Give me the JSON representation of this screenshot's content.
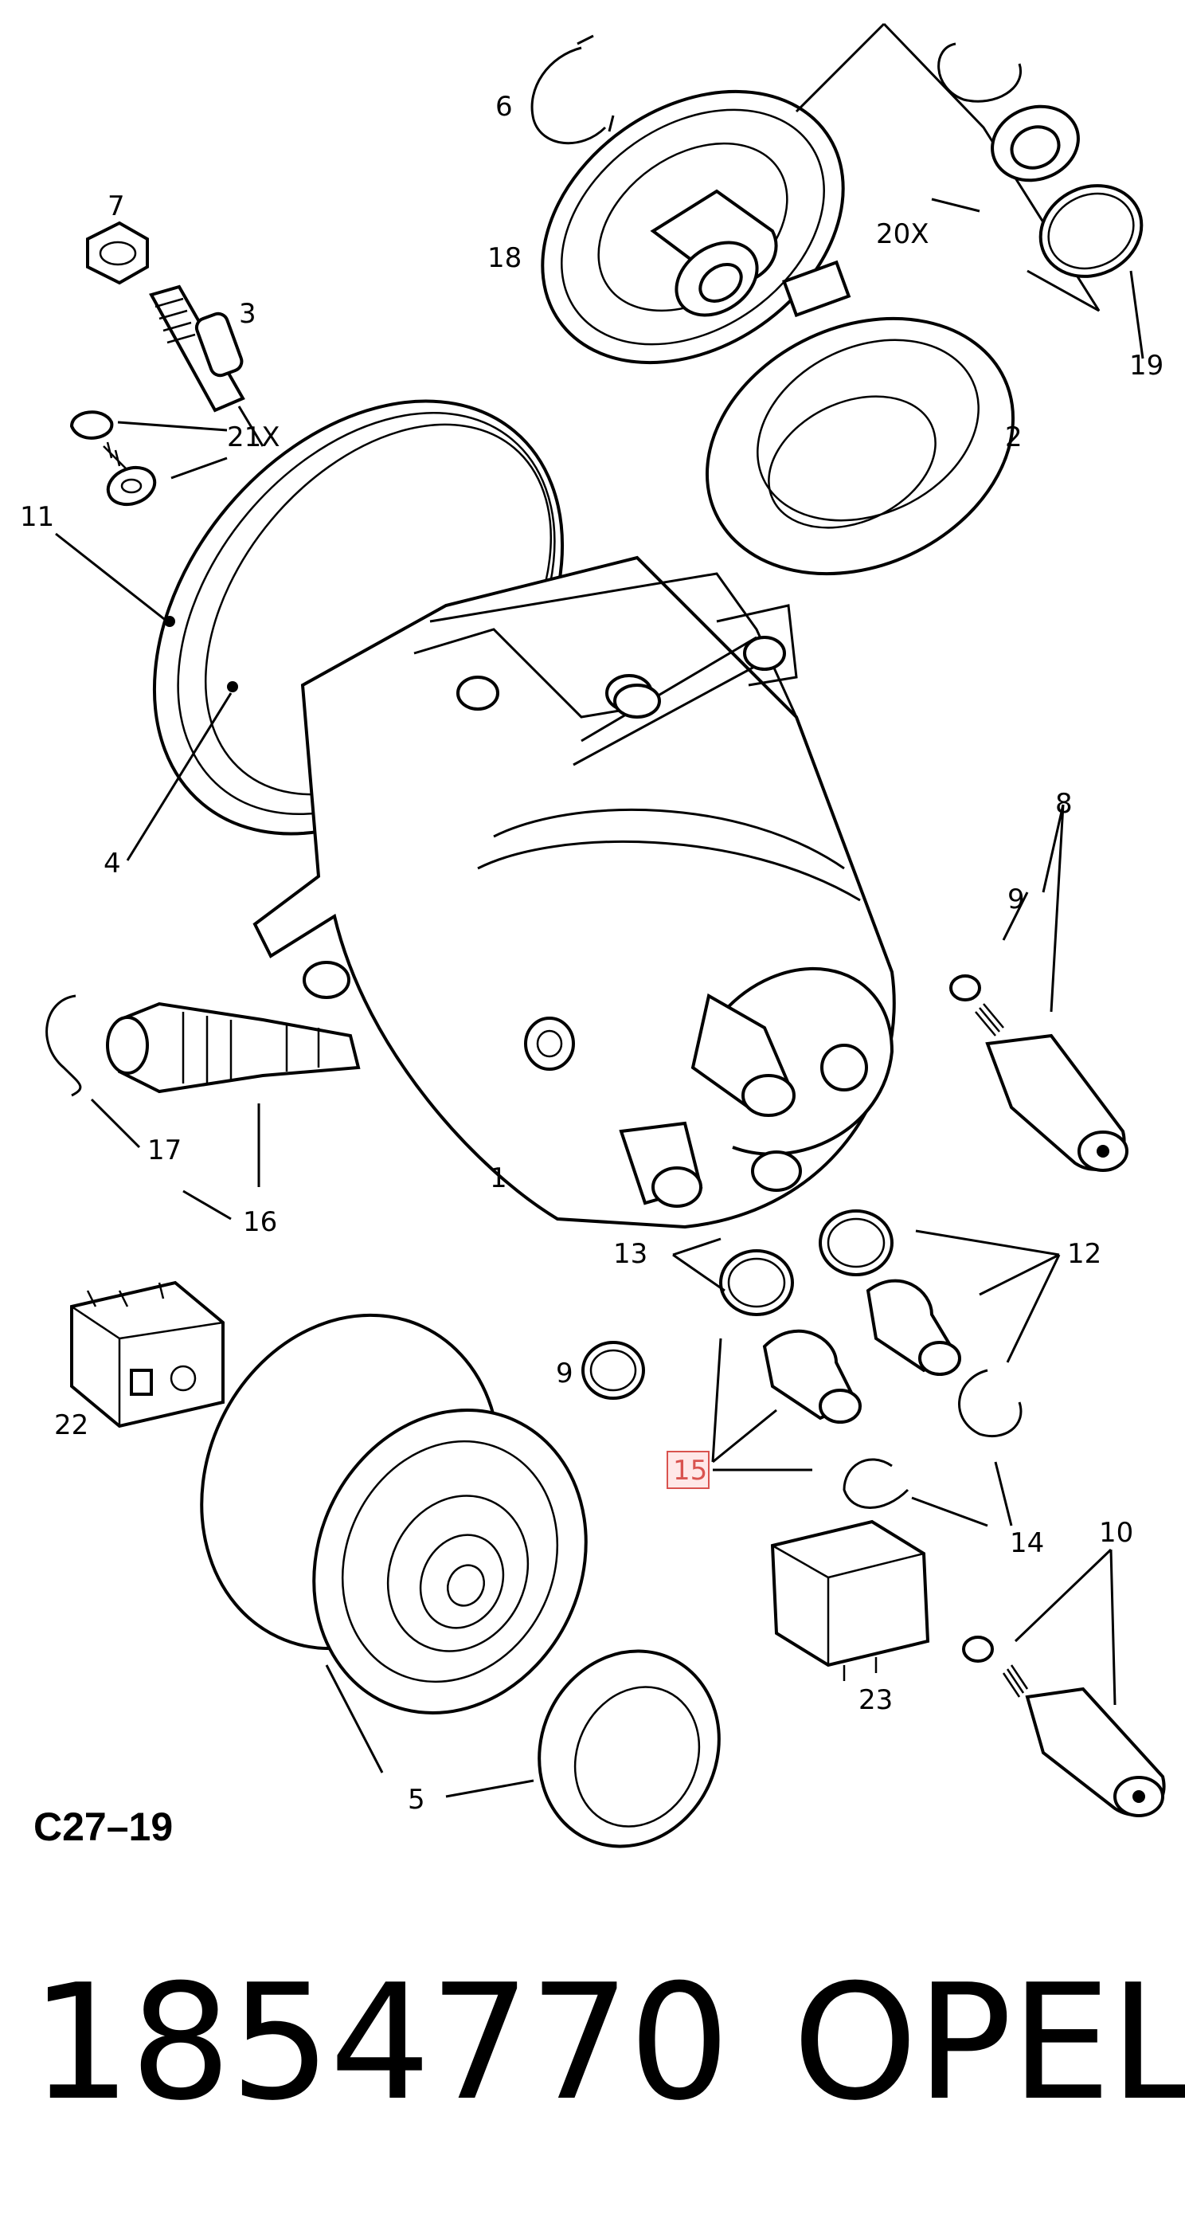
{
  "diagram": {
    "code": "C27–19",
    "highlight_color": "#d9534f",
    "labels": {
      "l1": "1",
      "l2": "2",
      "l3": "3",
      "l4": "4",
      "l5": "5",
      "l6": "6",
      "l7": "7",
      "l8": "8",
      "l9a": "9",
      "l9b": "9",
      "l10": "10",
      "l11": "11",
      "l12": "12",
      "l13": "13",
      "l14": "14",
      "l15": "15",
      "l16": "16",
      "l17": "17",
      "l18": "18",
      "l19": "19",
      "l20x": "20X",
      "l21x": "21X",
      "l22": "22",
      "l23": "23"
    }
  },
  "footer": {
    "part_number": "1854770",
    "brand": "OPEL"
  }
}
